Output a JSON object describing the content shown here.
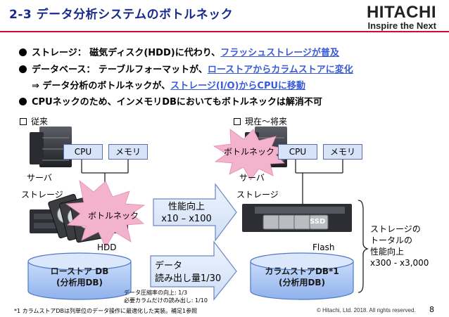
{
  "header": {
    "title": "2-3 データ分析システムのボトルネック",
    "logo_word": "HITACHI",
    "logo_tagline": "Inspire the Next"
  },
  "bullets": [
    {
      "label": "ストレージ： 磁気ディスク(HDD)に代わり、",
      "highlight": "フラッシュストレージが普及"
    },
    {
      "label": "データベース： テーブルフォーマットが、",
      "highlight": "ローストアからカラムストアに変化"
    },
    {
      "label": "⇒ データ分析のボトルネックが、",
      "highlight": "ストレージ(I/O)からCPUに移動"
    },
    {
      "label": "CPUネックのため、インメモリDBにおいてもボトルネックは解消不可",
      "highlight": ""
    }
  ],
  "left": {
    "heading": "従来",
    "cpu": "CPU",
    "memory": "メモリ",
    "server_label": "サーバ",
    "storage_label": "ストレージ",
    "bottleneck": "ボトルネック",
    "hdd_label": "HDD",
    "db_line1": "ローストア DB",
    "db_line2": "(分析用DB)"
  },
  "right": {
    "heading": "現在～将来",
    "cpu": "CPU",
    "memory": "メモリ",
    "server_label": "サーバ",
    "storage_label": "ストレージ",
    "bottleneck": "ボトルネック",
    "ssd_label": "SSD",
    "flash_label": "Flash",
    "db_line1": "カラムストアDB*1",
    "db_line2": "(分析用DB)"
  },
  "arrows": {
    "perf_line1": "性能向上",
    "perf_line2": "x10 – x100",
    "data_line1": "データ",
    "data_line2": "読み出し量1/30"
  },
  "notes": {
    "compress": "データ圧縮率の向上: 1/3",
    "columns": "必要カラムだけの読み出し: 1/10",
    "storage_total": [
      "ストレージの",
      "トータルの",
      "性能向上",
      "x300 - x3,000"
    ]
  },
  "footer": {
    "footnote": "*1 カラムストアDBは列単位のデータ操作に最適化した実装。補足1参照",
    "copyright": "© Hitachi, Ltd. 2018. All rights reserved.",
    "page": "8"
  },
  "colors": {
    "title": "#1a2a8c",
    "rule": "#c8102e",
    "highlight": "#3a5bd9",
    "box_fill": "#d7e3f8",
    "arrow_fill": "#dfeaf9",
    "burst_fill": "#f3b3cc"
  }
}
